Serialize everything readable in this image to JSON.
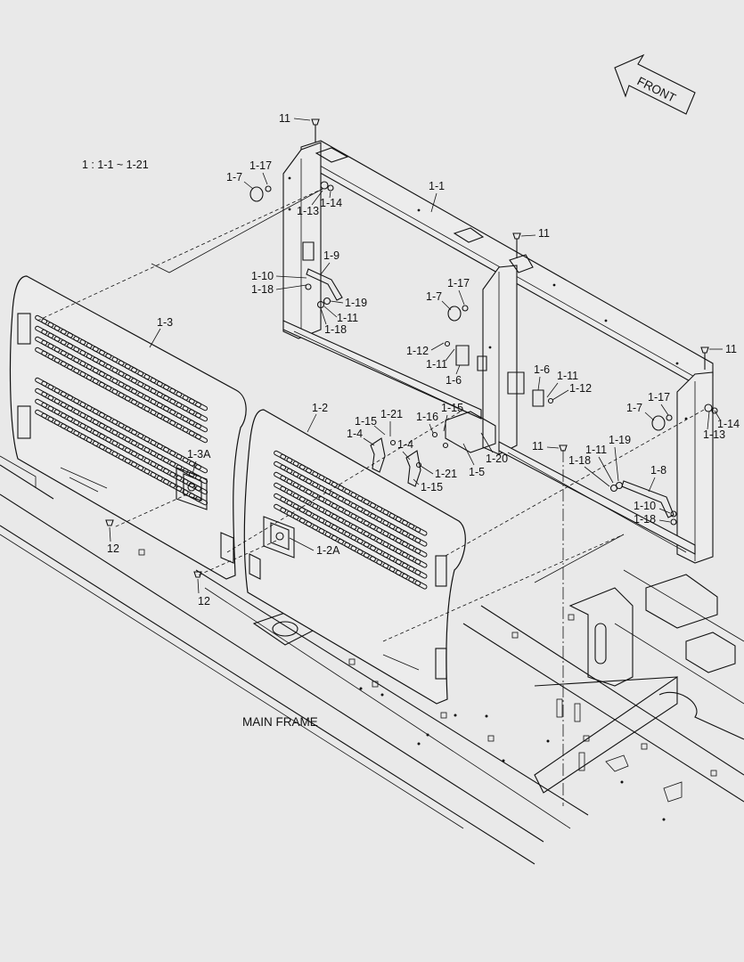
{
  "front_arrow": {
    "text": "FRONT"
  },
  "note": "1 : 1-1 ~ 1-21",
  "main_frame_label": "MAIN FRAME",
  "callouts": [
    "11",
    "1-7",
    "1-17",
    "1-13",
    "1-14",
    "1-1",
    "11",
    "1-9",
    "1-10",
    "1-18",
    "1-19",
    "1-11",
    "1-18",
    "1-17",
    "1-7",
    "1-12",
    "1-11",
    "1-6",
    "1-6",
    "1-11",
    "1-12",
    "11",
    "1-17",
    "1-7",
    "1-14",
    "1-13",
    "1-3",
    "1-2",
    "1-15",
    "1-21",
    "1-16",
    "1-15",
    "1-4",
    "1-4",
    "1-21",
    "1-15",
    "1-5",
    "1-20",
    "11",
    "1-19",
    "1-11",
    "1-18",
    "1-8",
    "1-10",
    "1-18",
    "1-3A",
    "12",
    "1-2A",
    "12"
  ]
}
